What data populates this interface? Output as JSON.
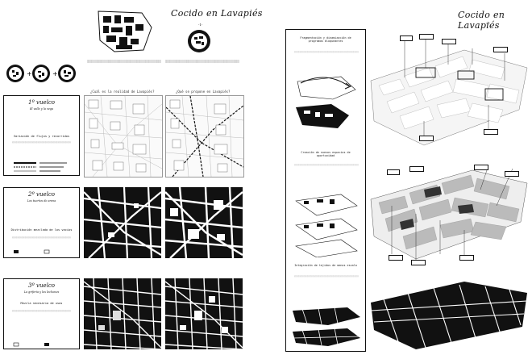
{
  "left": {
    "title": "Cocido en Lavapiés",
    "page_num": "-1-",
    "question_1": "¿Cuál es la realidad de Lavapiés?",
    "question_2": "¿Qué se propone en Lavapiés?",
    "cards": [
      {
        "num": "1º vuelco",
        "sub": "El valle y la vega",
        "heading": "Variación de flujos y recorridos"
      },
      {
        "num": "2º vuelco",
        "sub": "Los tuertos de arena",
        "heading": "Distribución mezclada de los vacíos"
      },
      {
        "num": "3º vuelco",
        "sub": "La grifería y los lechones",
        "heading": "Mezcla necesaria de usos"
      }
    ]
  },
  "middle": {
    "block_1": "Fragmentación y dinamización de programas bloqueantes",
    "block_2": "Creación de nuevos espacios de oportunidad",
    "block_3": "Integración de tejidos de menos escala"
  },
  "right": {
    "title": "Cocido en Lavapiés",
    "page_num": "-2-"
  }
}
